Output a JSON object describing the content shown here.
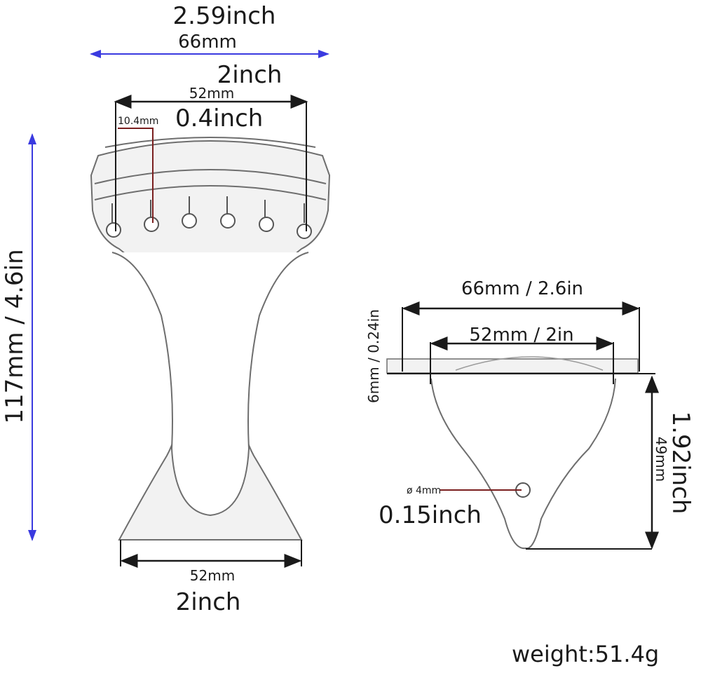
{
  "front_view": {
    "top_width_inch": "2.59inch",
    "top_width_mm": "66mm",
    "hole_span_inch": "2inch",
    "hole_span_mm": "52mm",
    "hole_spacing_mm": "10.4mm",
    "hole_spacing_inch": "0.4inch",
    "height": "117mm / 4.6in",
    "bottom_width_mm": "52mm",
    "bottom_width_inch": "2inch"
  },
  "side_view": {
    "top_width": "66mm / 2.6in",
    "inner_width": "52mm / 2in",
    "thickness": "6mm / 0.24in",
    "height_inch": "1.92inch",
    "height_mm": "49mm",
    "hole_diameter_mm": "ø 4mm",
    "hole_diameter_inch": "0.15inch"
  },
  "weight": "weight:51.4g",
  "colors": {
    "dimension_blue": "#3a3ae0",
    "leader_red": "#7a1f1f",
    "outline": "#6e6e6e",
    "fill": "#f2f2f2"
  }
}
